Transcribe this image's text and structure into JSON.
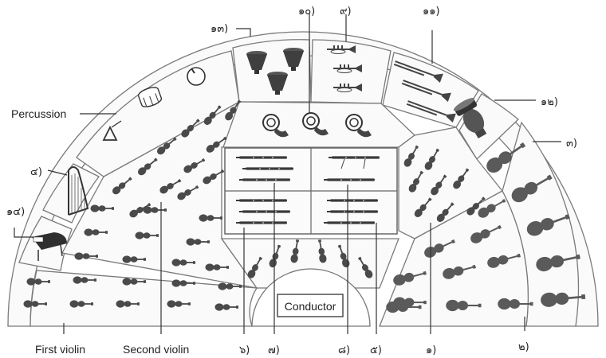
{
  "labels": {
    "percussion": "Percussion",
    "first_violin": "First violin",
    "second_violin": "Second violin",
    "conductor": "Conductor"
  },
  "numbers": {
    "n1": "๑)",
    "n2": "๒)",
    "n3": "๓)",
    "n4": "๔)",
    "n5": "๕)",
    "n6": "๖)",
    "n7": "๗)",
    "n8": "๘)",
    "n9": "๙)",
    "n10": "๑๐)",
    "n11": "๑๑)",
    "n12": "๑๒)",
    "n13": "๑๓)",
    "n14": "๑๔)"
  },
  "colors": {
    "ink": "#4a4a4a",
    "border": "#7a7a7a"
  }
}
